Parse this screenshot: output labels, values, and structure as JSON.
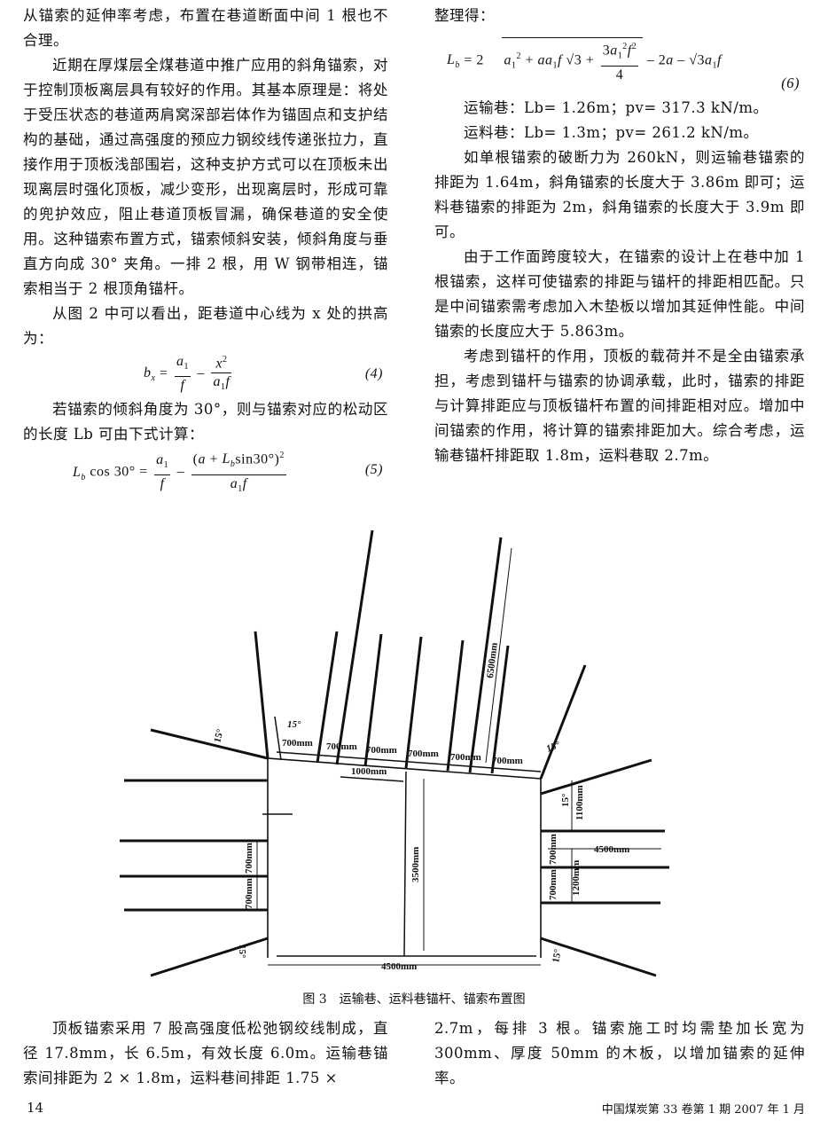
{
  "left_column": {
    "p1": "从锚索的延伸率考虑，布置在巷道断面中间 1 根也不合理。",
    "p2": "近期在厚煤层全煤巷道中推广应用的斜角锚索，对于控制顶板离层具有较好的作用。其基本原理是：将处于受压状态的巷道两肩窝深部岩体作为锚固点和支护结构的基础，通过高强度的预应力钢绞线传递张拉力，直接作用于顶板浅部围岩，这种支护方式可以在顶板未出现离层时强化顶板，减少变形，出现离层时，形成可靠的兜护效应，阻止巷道顶板冒漏，确保巷道的安全使用。这种锚索布置方式，锚索倾斜安装，倾斜角度与垂直方向成 30° 夹角。一排 2 根，用 W 钢带相连，锚索相当于 2 根顶角锚杆。",
    "p3": "从图 2 中可以看出，距巷道中心线为 x 处的拱高为：",
    "eq4_num": "(4)",
    "p4": "若锚索的倾斜角度为 30°，则与锚索对应的松动区的长度 Lb 可由下式计算：",
    "eq5_num": "(5)"
  },
  "right_column": {
    "p1": "整理得：",
    "eq6_num": "(6)",
    "r1": "运输巷：Lb= 1.26m；pv= 317.3 kN/m。",
    "r2": "运料巷：Lb= 1.3m；pv= 261.2 kN/m。",
    "p2": "如单根锚索的破断力为 260kN，则运输巷锚索的排距为 1.64m，斜角锚索的长度大于 3.86m 即可；运料巷锚索的排距为 2m，斜角锚索的长度大于 3.9m 即可。",
    "p3": "由于工作面跨度较大，在锚索的设计上在巷中加 1 根锚索，这样可使锚索的排距与锚杆的排距相匹配。只是中间锚索需考虑加入木垫板以增加其延伸性能。中间锚索的长度应大于 5.863m。",
    "p4": "考虑到锚杆的作用，顶板的载荷并不是全由锚索承担，考虑到锚杆与锚索的协调承载，此时，锚索的排距与计算排距应与顶板锚杆布置的间排距相对应。增加中间锚索的作用，将计算的锚索排距加大。综合考虑，运输巷锚杆排距取 1.8m，运料巷取 2.7m。"
  },
  "figure": {
    "caption": "图 3　运输巷、运料巷锚杆、锚索布置图",
    "labels": {
      "d700": "700mm",
      "d1000": "1000mm",
      "d6500": "6500mm",
      "d3500": "3500mm",
      "d4500": "4500mm",
      "d1100": "1100mm",
      "d1200": "1200mm",
      "deg15": "15°"
    }
  },
  "bottom_left": "顶板锚索采用 7 股高强度低松弛钢绞线制成，直径 17.8mm，长 6.5m，有效长度 6.0m。运输巷锚索间排距为 2 × 1.8m，运料巷间排距 1.75 ×",
  "bottom_right": "2.7m，每排 3 根。锚索施工时均需垫加长宽为 300mm、厚度 50mm 的木板，以增加锚索的延伸率。",
  "footer": {
    "page": "14",
    "journal": "中国煤炭第 33 卷第 1 期 2007 年 1 月"
  }
}
